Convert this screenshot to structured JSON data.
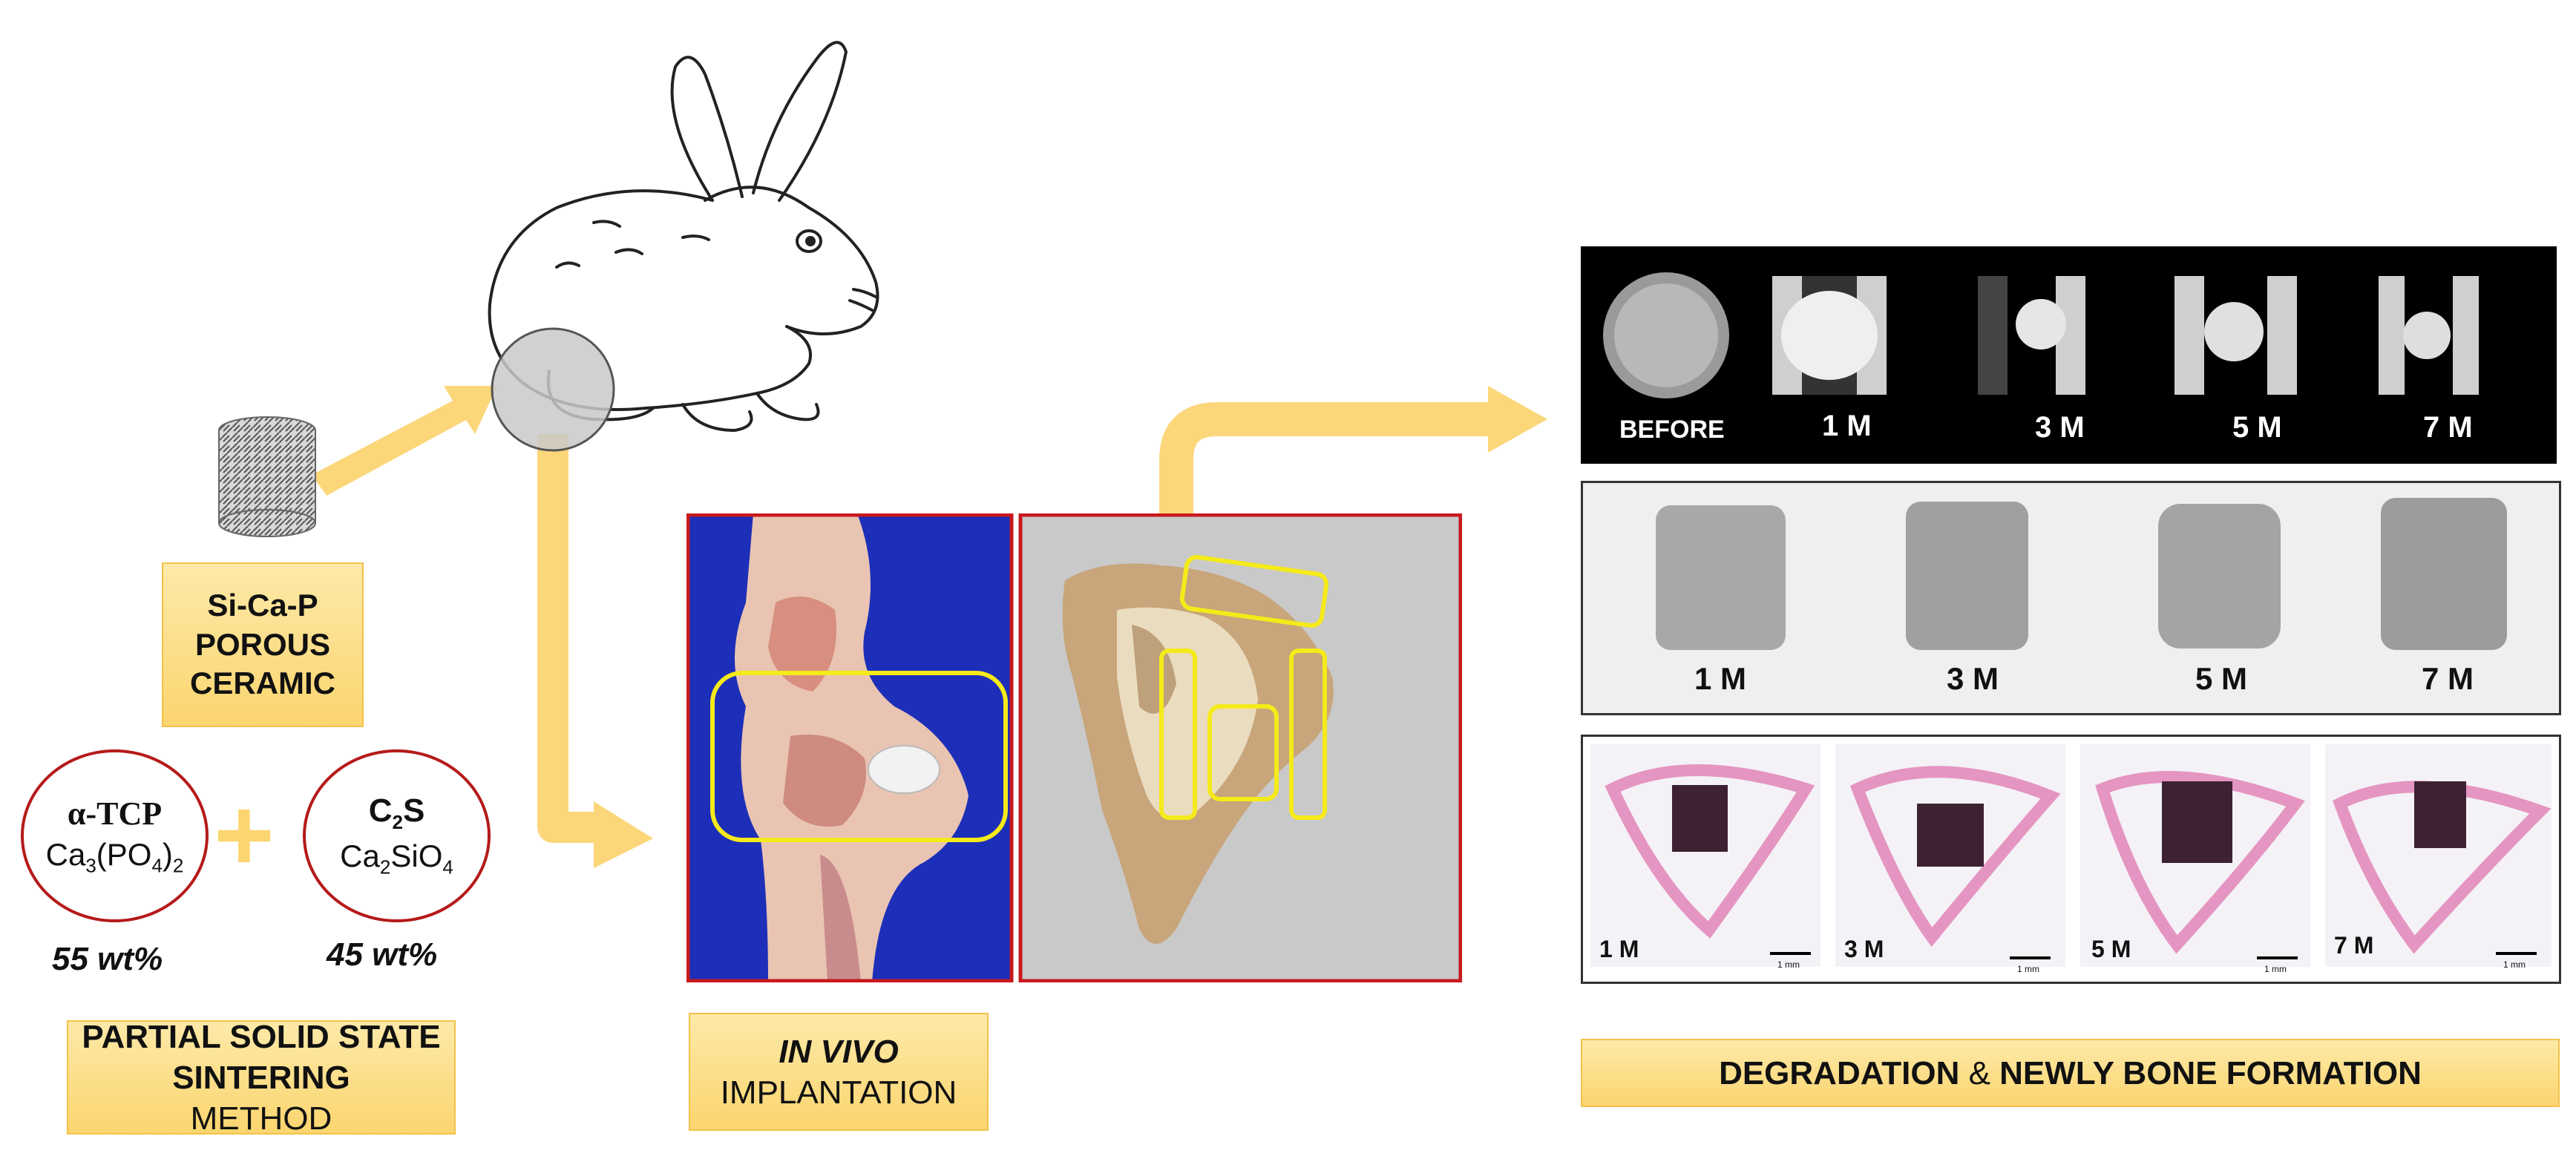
{
  "material": {
    "line1": "Si-Ca-P",
    "line2": "POROUS",
    "line3": "CERAMIC"
  },
  "components": [
    {
      "name": "α-TCP",
      "formula_base": "Ca",
      "formula_parts": [
        "3",
        "(PO",
        "4",
        ")",
        "2"
      ],
      "wt": "55 wt%"
    },
    {
      "name_base": "C",
      "name_sub": "2",
      "name_tail": "S",
      "formula_parts": [
        "Ca",
        "2",
        "SiO",
        "4"
      ],
      "wt": "45 wt%"
    }
  ],
  "plus_sign": "+",
  "method": {
    "bold1": "PARTIAL SOLID STATE",
    "bold2": "SINTERING",
    "normal2": " METHOD"
  },
  "implantation": {
    "italic": "IN VIVO",
    "normal": "IMPLANTATION"
  },
  "ct_panel": {
    "labels": [
      "BEFORE",
      "1 M",
      "3 M",
      "5 M",
      "7 M"
    ]
  },
  "reconstruction_panel": {
    "labels": [
      "1 M",
      "3 M",
      "5 M",
      "7 M"
    ]
  },
  "histology_panel": {
    "labels": [
      "1 M",
      "3 M",
      "5 M",
      "7 M"
    ],
    "scale_bar": "1 mm"
  },
  "result": {
    "bold": "DEGRADATION",
    "amp": " & ",
    "bold2": "NEWLY BONE FORMATION"
  },
  "colors": {
    "arrow": "#fbd77a",
    "label_fill": "#fbd56f",
    "circle_border": "#b51a1a",
    "frame_red": "#c8191e",
    "highlight_yellow": "#f5ea1a"
  }
}
